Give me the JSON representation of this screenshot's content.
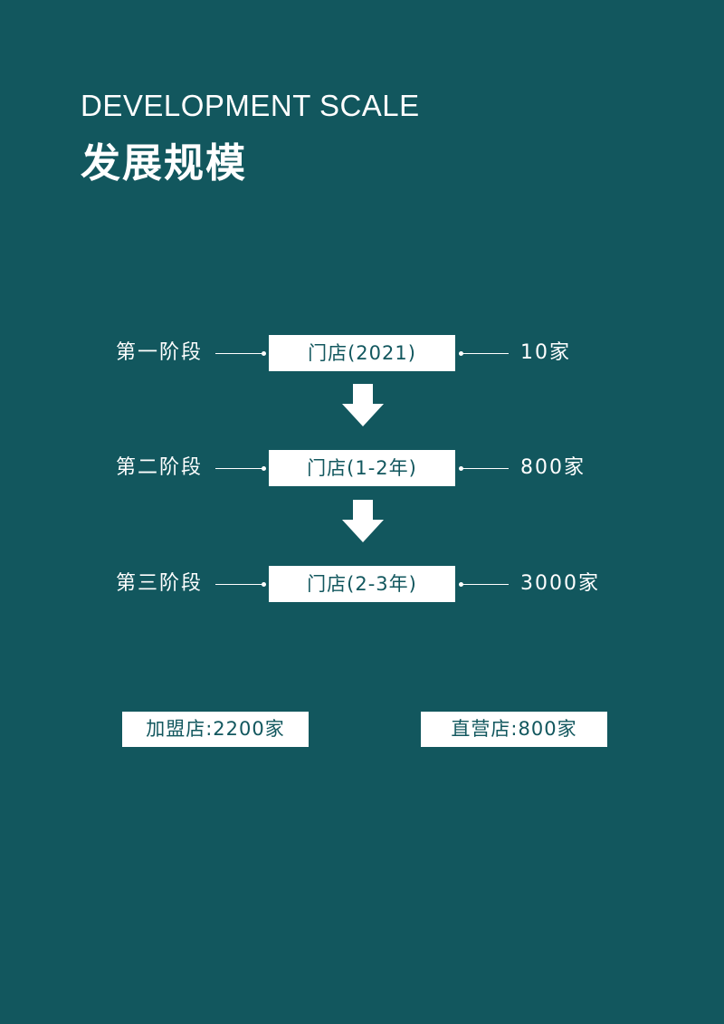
{
  "header": {
    "title_en": "DEVELOPMENT SCALE",
    "title_cn": "发展规模"
  },
  "stages": [
    {
      "label": "第一阶段",
      "box": "门店(2021)",
      "count": "10家"
    },
    {
      "label": "第二阶段",
      "box": "门店(1-2年)",
      "count": "800家"
    },
    {
      "label": "第三阶段",
      "box": "门店(2-3年)",
      "count": "3000家"
    }
  ],
  "summary": {
    "franchise": "加盟店:2200家",
    "direct": "直营店:800家"
  },
  "colors": {
    "background": "#12575e",
    "foreground": "#ffffff"
  }
}
